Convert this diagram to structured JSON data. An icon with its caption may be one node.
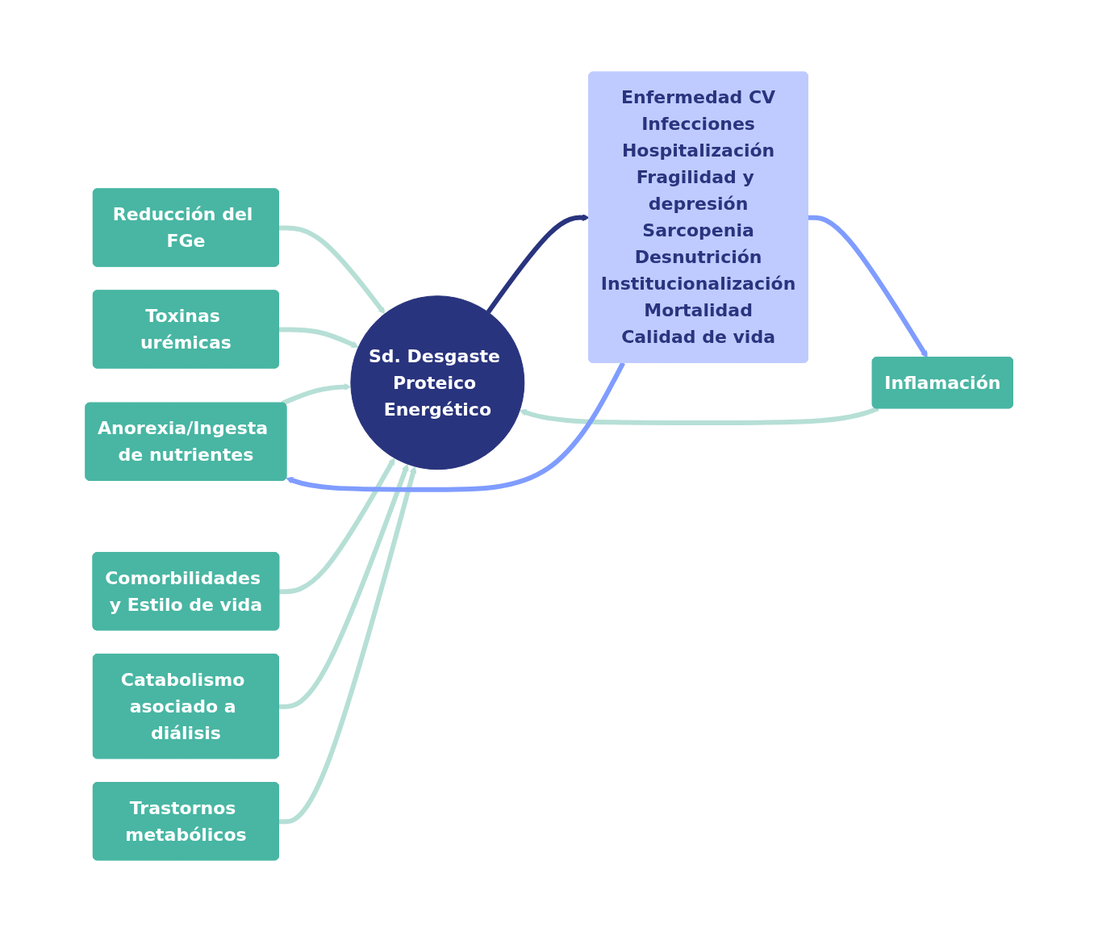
{
  "diagram": {
    "nodes": [
      {
        "text": [
          "Anorexia/Ingesta de nutrientes"
        ]
      },
      {
        "text": [
          "Reducción del FGe"
        ]
      },
      {
        "text": [
          "Toxinas urémicas"
        ]
      },
      {
        "text": [
          "Comorbilidades y Estilo de vida"
        ]
      },
      {
        "text": [
          "Catabolismo asociado a diálisis"
        ]
      },
      {
        "text": [
          "Trastornos metabólicos"
        ]
      },
      {
        "text": [
          "Inflamación"
        ]
      },
      {
        "text": [
          "Sd. Desgaste Proteico Energético"
        ]
      },
      {
        "text": [
          "Enfermedad CV",
          "Infecciones",
          "Hospitalización",
          "Fragilidad y depresión",
          "Sarcopenia",
          "Desnutrición",
          "Institucionalización",
          "Mortalidad",
          "Calidad de vida"
        ]
      }
    ],
    "edges": [
      {
        "from": 0,
        "to": 7,
        "arrow": "to"
      },
      {
        "from": 1,
        "to": 7,
        "arrow": "to"
      },
      {
        "from": 2,
        "to": 7,
        "arrow": "to"
      },
      {
        "from": 3,
        "to": 7,
        "arrow": "to"
      },
      {
        "from": 4,
        "to": 7,
        "arrow": "to"
      },
      {
        "from": 5,
        "to": 7,
        "arrow": "to"
      },
      {
        "from": 6,
        "to": 7,
        "arrow": "to"
      },
      {
        "from": 7,
        "to": 8,
        "arrow": "to",
        "color": "#29347e"
      },
      {
        "from": 8,
        "to": 0,
        "arrow": "to",
        "color": "#7f9cff"
      },
      {
        "from": 8,
        "to": 6,
        "arrow": "to",
        "color": "#7f9cff"
      }
    ]
  }
}
